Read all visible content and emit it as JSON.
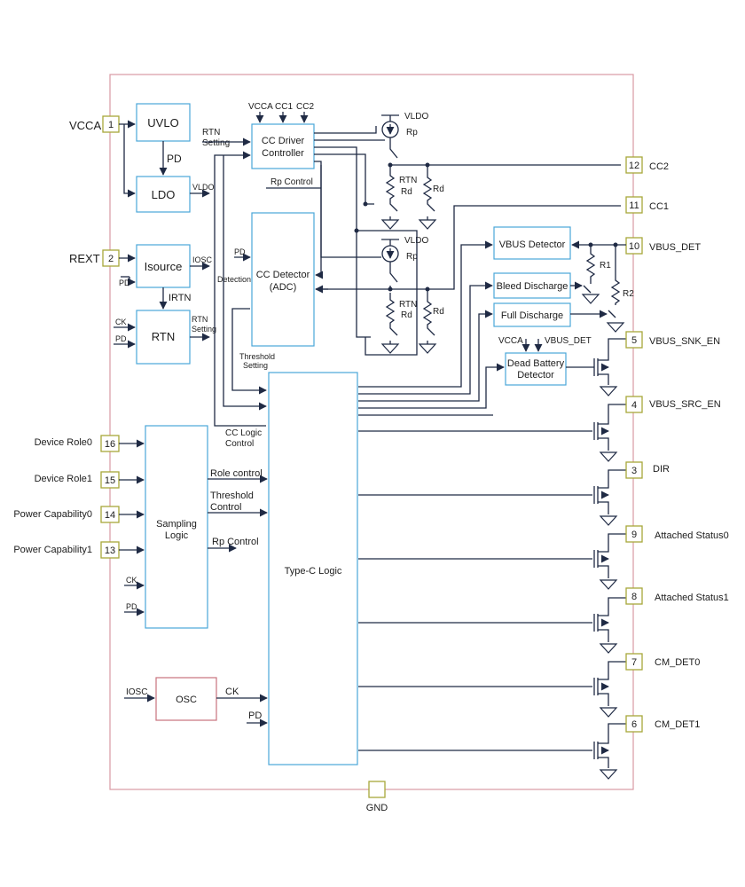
{
  "pins": {
    "vcca": {
      "num": "1",
      "label": "VCCA"
    },
    "rext": {
      "num": "2",
      "label": "REXT"
    },
    "cc2": {
      "num": "12",
      "label": "CC2"
    },
    "cc1": {
      "num": "11",
      "label": "CC1"
    },
    "vbus_det": {
      "num": "10",
      "label": "VBUS_DET"
    },
    "vbus_snk_en": {
      "num": "5",
      "label": "VBUS_SNK_EN"
    },
    "vbus_src_en": {
      "num": "4",
      "label": "VBUS_SRC_EN"
    },
    "dir": {
      "num": "3",
      "label": "DIR"
    },
    "att0": {
      "num": "9",
      "label": "Attached Status0"
    },
    "att1": {
      "num": "8",
      "label": "Attached Status1"
    },
    "cm0": {
      "num": "7",
      "label": "CM_DET0"
    },
    "cm1": {
      "num": "6",
      "label": "CM_DET1"
    },
    "role0": {
      "num": "16",
      "label": "Device Role0"
    },
    "role1": {
      "num": "15",
      "label": "Device Role1"
    },
    "pcap0": {
      "num": "14",
      "label": "Power Capability0"
    },
    "pcap1": {
      "num": "13",
      "label": "Power Capability1"
    },
    "gnd": {
      "label": "GND"
    }
  },
  "blocks": {
    "uvlo": "UVLO",
    "ldo": "LDO",
    "isource": "Isource",
    "rtn": "RTN",
    "cc_driver": [
      "CC Driver",
      "Controller"
    ],
    "cc_detector": [
      "CC Detector",
      "(ADC)"
    ],
    "vbus_detector": "VBUS Detector",
    "bleed": "Bleed Discharge",
    "full": "Full Discharge",
    "dead_battery": [
      "Dead Battery",
      "Detector"
    ],
    "sampling": [
      "Sampling",
      "Logic"
    ],
    "typec": "Type-C Logic",
    "osc": "OSC"
  },
  "signals": {
    "pd": "PD",
    "vldo": "VLDO",
    "iosc": "IOSC",
    "irtn": "IRTN",
    "ck": "CK",
    "rtn_setting": [
      "RTN",
      "Setting"
    ],
    "rtn_setting_top": [
      "RTN",
      "Setting"
    ],
    "vcca": "VCCA",
    "cc1": "CC1",
    "cc2": "CC2",
    "rp_control": "Rp Control",
    "detection": "Detection",
    "threshold_setting": [
      "Threshold",
      "Setting"
    ],
    "cc_logic_control": [
      "CC Logic",
      "Control"
    ],
    "role_control": "Role control",
    "threshold_control": [
      "Threshold",
      "Control"
    ],
    "rp_control2": "Rp Control",
    "vbus_det": "VBUS_DET"
  },
  "components": {
    "rp": "Rp",
    "rd": "Rd",
    "rtn": "RTN",
    "r1": "R1",
    "r2": "R2"
  }
}
